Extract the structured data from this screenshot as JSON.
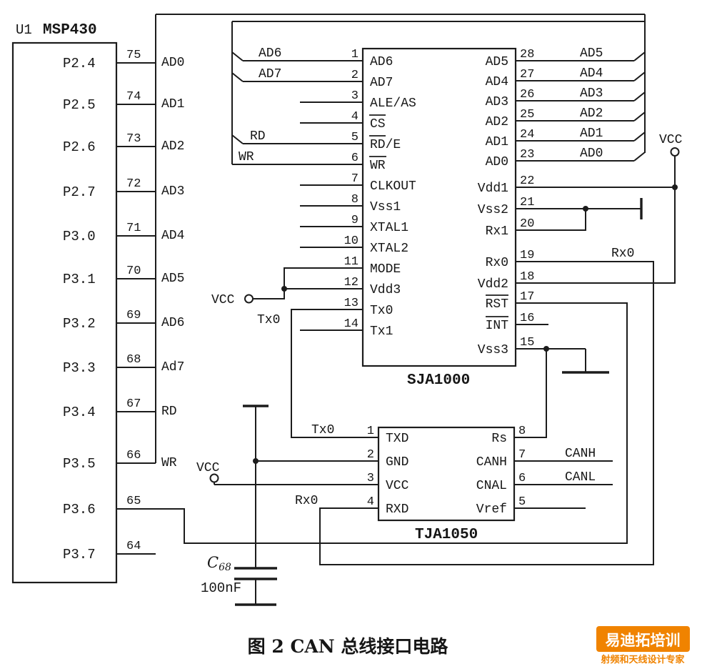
{
  "colors": {
    "wire": "#1c1c1c",
    "text": "#161616",
    "watermark_orange": "#f08300"
  },
  "msp430": {
    "ref": "U1",
    "name": "MSP430",
    "pins": [
      {
        "name": "P2.4",
        "num": "75",
        "signal": "AD0"
      },
      {
        "name": "P2.5",
        "num": "74",
        "signal": "AD1"
      },
      {
        "name": "P2.6",
        "num": "73",
        "signal": "AD2"
      },
      {
        "name": "P2.7",
        "num": "72",
        "signal": "AD3"
      },
      {
        "name": "P3.0",
        "num": "71",
        "signal": "AD4"
      },
      {
        "name": "P3.1",
        "num": "70",
        "signal": "AD5"
      },
      {
        "name": "P3.2",
        "num": "69",
        "signal": "AD6"
      },
      {
        "name": "P3.3",
        "num": "68",
        "signal": "Ad7"
      },
      {
        "name": "P3.4",
        "num": "67",
        "signal": "RD"
      },
      {
        "name": "P3.5",
        "num": "66",
        "signal": "WR"
      },
      {
        "name": "P3.6",
        "num": "65",
        "signal": ""
      },
      {
        "name": "P3.7",
        "num": "64",
        "signal": ""
      }
    ]
  },
  "sja1000": {
    "name": "SJA1000",
    "left_pins": [
      {
        "num": "1",
        "label": "AD6"
      },
      {
        "num": "2",
        "label": "AD7"
      },
      {
        "num": "3",
        "label": "ALE/AS"
      },
      {
        "num": "4",
        "label": "CS"
      },
      {
        "num": "5",
        "label": "RD/E"
      },
      {
        "num": "6",
        "label": "WR"
      },
      {
        "num": "7",
        "label": "CLKOUT"
      },
      {
        "num": "8",
        "label": "Vss1"
      },
      {
        "num": "9",
        "label": "XTAL1"
      },
      {
        "num": "10",
        "label": "XTAL2"
      },
      {
        "num": "11",
        "label": "MODE"
      },
      {
        "num": "12",
        "label": "Vdd3"
      },
      {
        "num": "13",
        "label": "Tx0"
      },
      {
        "num": "14",
        "label": "Tx1"
      }
    ],
    "right_pins": [
      {
        "num": "28",
        "label": "AD5"
      },
      {
        "num": "27",
        "label": "AD4"
      },
      {
        "num": "26",
        "label": "AD3"
      },
      {
        "num": "25",
        "label": "AD2"
      },
      {
        "num": "24",
        "label": "AD1"
      },
      {
        "num": "23",
        "label": "AD0"
      },
      {
        "num": "22",
        "label": "Vdd1"
      },
      {
        "num": "21",
        "label": "Vss2"
      },
      {
        "num": "20",
        "label": "Rx1"
      },
      {
        "num": "19",
        "label": "Rx0"
      },
      {
        "num": "18",
        "label": "Vdd2"
      },
      {
        "num": "17",
        "label": "RST"
      },
      {
        "num": "16",
        "label": "INT"
      },
      {
        "num": "15",
        "label": "Vss3"
      }
    ]
  },
  "tja1050": {
    "name": "TJA1050",
    "left_pins": [
      {
        "num": "1",
        "label": "TXD"
      },
      {
        "num": "2",
        "label": "GND"
      },
      {
        "num": "3",
        "label": "VCC"
      },
      {
        "num": "4",
        "label": "RXD"
      }
    ],
    "right_pins": [
      {
        "num": "8",
        "label": "Rs"
      },
      {
        "num": "7",
        "label": "CANH"
      },
      {
        "num": "6",
        "label": "CNAL"
      },
      {
        "num": "5",
        "label": "Vref"
      }
    ]
  },
  "nets": {
    "ad6": "AD6",
    "ad7": "AD7",
    "rd": "RD",
    "wr": "WR",
    "ad5": "AD5",
    "ad4": "AD4",
    "ad3": "AD3",
    "ad2": "AD2",
    "ad1": "AD1",
    "ad0": "AD0",
    "vcc_top": "VCC",
    "vcc_mid": "VCC",
    "vcc_bottom": "VCC",
    "tx0_upper": "Tx0",
    "tx0_lower": "Tx0",
    "rx0_right": "Rx0",
    "rx0_lower": "Rx0",
    "canh": "CANH",
    "canl": "CANL"
  },
  "capacitor": {
    "ref": "C",
    "sub": "68",
    "value": "100nF"
  },
  "caption": "图 2  CAN 总线接口电路",
  "watermark": {
    "title": "易迪拓培训",
    "subtitle": "射频和天线设计专家"
  }
}
